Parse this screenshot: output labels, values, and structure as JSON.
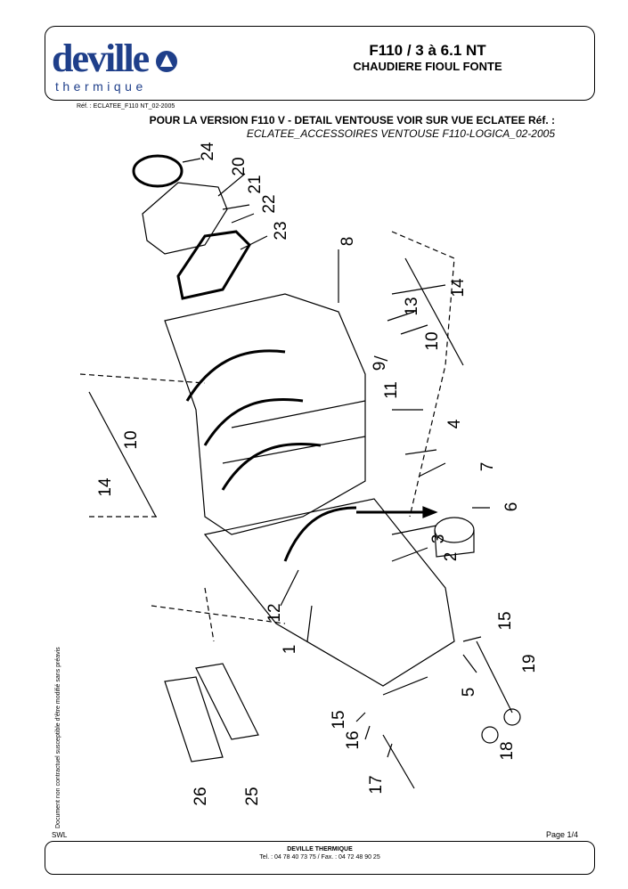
{
  "header": {
    "logo_word": "deville",
    "logo_sub": "thermique",
    "title": "F110 / 3 à 6.1 NT",
    "subtitle": "CHAUDIERE FIOUL FONTE"
  },
  "reference": "Réf. : ECLATEE_F110 NT_02-2005",
  "note": {
    "line1": "POUR LA VERSION F110 V - DETAIL VENTOUSE VOIR SUR VUE ECLATEE Réf. :",
    "line2": "ECLATEE_ACCESSOIRES VENTOUSE F110-LOGICA_02-2005"
  },
  "callouts": [
    "24",
    "20",
    "21",
    "22",
    "23",
    "8",
    "14",
    "13",
    "10",
    "9",
    "11",
    "4",
    "7",
    "10",
    "14",
    "6",
    "3",
    "2",
    "12",
    "1",
    "15",
    "19",
    "5",
    "15",
    "16",
    "18",
    "17",
    "26",
    "25"
  ],
  "side_note": "Document non contractuel susceptible d'être modifié sans préavis",
  "bottom_left": "SWL",
  "page": "Page 1/4",
  "footer": {
    "company": "DEVILLE THERMIQUE",
    "contact": "Tel. : 04 78 40 73 75 / Fax. : 04 72 48 90 25"
  }
}
